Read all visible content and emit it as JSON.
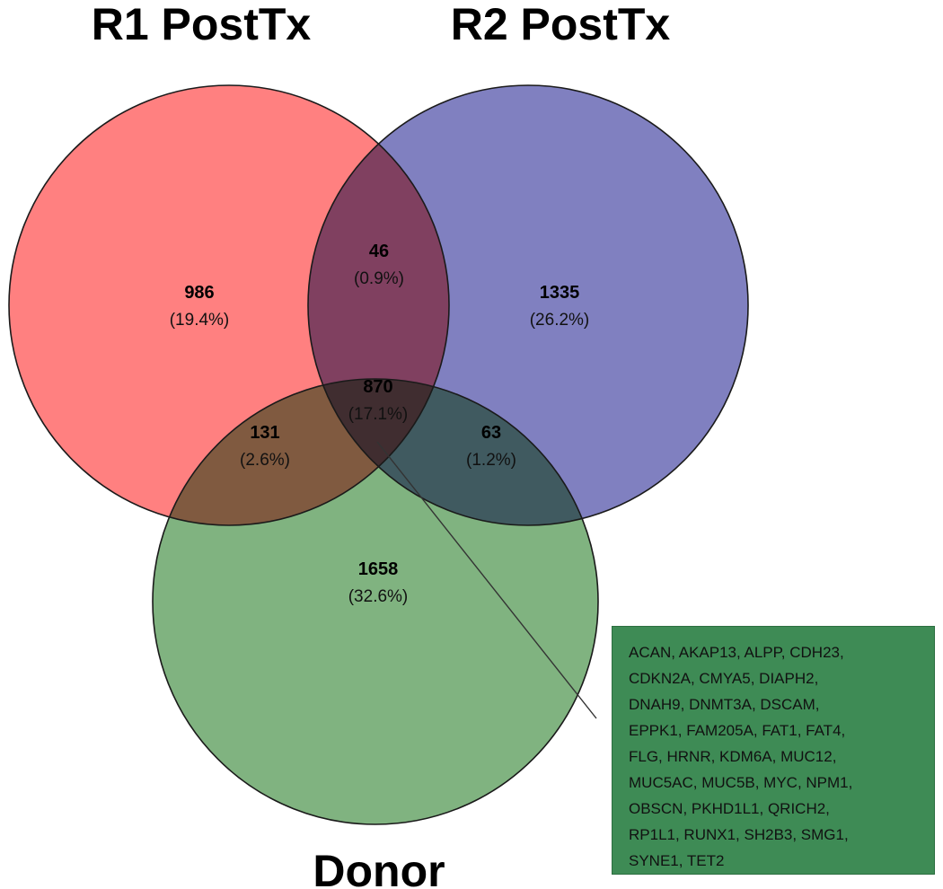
{
  "sets": {
    "r1": {
      "label": "R1 PostTx",
      "color": "#ff8080"
    },
    "r2": {
      "label": "R2 PostTx",
      "color": "#8080c0"
    },
    "donor": {
      "label": "Donor",
      "color": "#80b380"
    }
  },
  "regions": {
    "r1_only": {
      "count": "986",
      "percent": "(19.4%)"
    },
    "r2_only": {
      "count": "1335",
      "percent": "(26.2%)"
    },
    "donor_only": {
      "count": "1658",
      "percent": "(32.6%)"
    },
    "r1_r2": {
      "count": "46",
      "percent": "(0.9%)"
    },
    "r1_donor": {
      "count": "131",
      "percent": "(2.6%)"
    },
    "r2_donor": {
      "count": "63",
      "percent": "(1.2%)"
    },
    "all_three": {
      "count": "870",
      "percent": "(17.1%)"
    }
  },
  "callout": {
    "color": "#3e8b55",
    "lines": [
      "ACAN, AKAP13, ALPP, CDH23,",
      "CDKN2A, CMYA5, DIAPH2,",
      "DNAH9, DNMT3A, DSCAM,",
      "EPPK1, FAM205A, FAT1, FAT4,",
      "FLG, HRNR, KDM6A, MUC12,",
      "MUC5AC, MUC5B, MYC, NPM1,",
      "OBSCN, PKHD1L1, QRICH2,",
      "RP1L1, RUNX1, SH2B3, SMG1,",
      "SYNE1, TET2"
    ]
  }
}
